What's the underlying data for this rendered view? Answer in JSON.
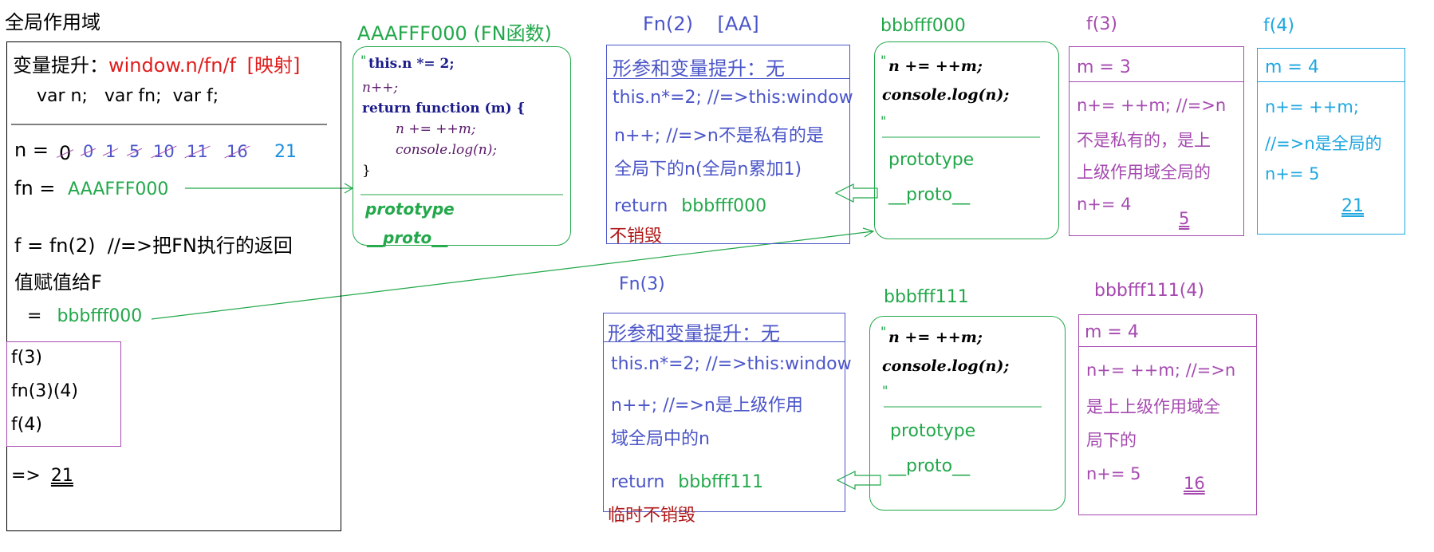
{
  "global": {
    "title": "全局作用域",
    "hoist_label": "变量提升：",
    "hoist_value": "window.n/fn/f",
    "hoist_tag": "[映射]",
    "vars_line": "var n;   var fn;  var f;",
    "n_label": "n =",
    "n_history": [
      "0",
      "0",
      "1",
      "5",
      "10",
      "11",
      "16"
    ],
    "n_current": "21",
    "fn_label": "fn =",
    "fn_value": "AAAFFF000",
    "f_line1": "f = fn(2)  //=>把FN执行的返回",
    "f_line2": "值赋值给F",
    "f_eq": "=",
    "f_value": "bbbfff000",
    "calls": [
      "f(3)",
      "fn(3)(4)",
      "f(4)"
    ],
    "result_prefix": "=>",
    "result_value": "21"
  },
  "fn_heap": {
    "title": "AAAFFF000 (FN函数)",
    "quote": "\"",
    "code_l1": "this.n *= 2;",
    "code_l2": "n++;",
    "code_l3": "return function (m) {",
    "code_l4": "n += ++m;",
    "code_l5": "console.log(n);",
    "code_l6": "}",
    "prototype": "prototype",
    "proto": "__proto__"
  },
  "ctx2": {
    "title": "Fn(2)    [AA]",
    "hoist": "形参和变量提升：无",
    "line1": "this.n*=2; //=>this:window",
    "line2": "n++; //=>n不是私有的是",
    "line3": "全局下的n(全局n累加1)",
    "return_label": "return",
    "return_value": "bbbfff000",
    "note": "不销毁"
  },
  "bbb000": {
    "title": "bbbfff000",
    "code_l1": "n += ++m;",
    "code_l2": "console.log(n);",
    "prototype": "prototype",
    "proto": "__proto__"
  },
  "f3": {
    "title": "f(3)",
    "m": "m = 3",
    "line1": "n+= ++m; //=>n",
    "line2": "不是私有的，是上",
    "line3": "上级作用域全局的",
    "line4": "n+= 4",
    "out": "5"
  },
  "f4": {
    "title": "f(4)",
    "m": "m = 4",
    "line1": "n+= ++m;",
    "line2": "//=>n是全局的",
    "line3": "n+= 5",
    "out": "21"
  },
  "ctx3": {
    "title": "Fn(3)",
    "hoist": "形参和变量提升：无",
    "line1": "this.n*=2; //=>this:window",
    "line2": "n++; //=>n是上级作用",
    "line3": "域全局中的n",
    "return_label": "return",
    "return_value": "bbbfff111",
    "note": "临时不销毁"
  },
  "bbb111": {
    "title": "bbbfff111",
    "code_l1": "n += ++m;",
    "code_l2": "console.log(n);",
    "prototype": "prototype",
    "proto": "__proto__"
  },
  "b111_4": {
    "title": "bbbfff111(4)",
    "m": "m = 4",
    "line1": "n+= ++m; //=>n",
    "line2": "是上上级作用域全",
    "line3": "局下的",
    "line4": "n+= 5",
    "out": "16"
  }
}
